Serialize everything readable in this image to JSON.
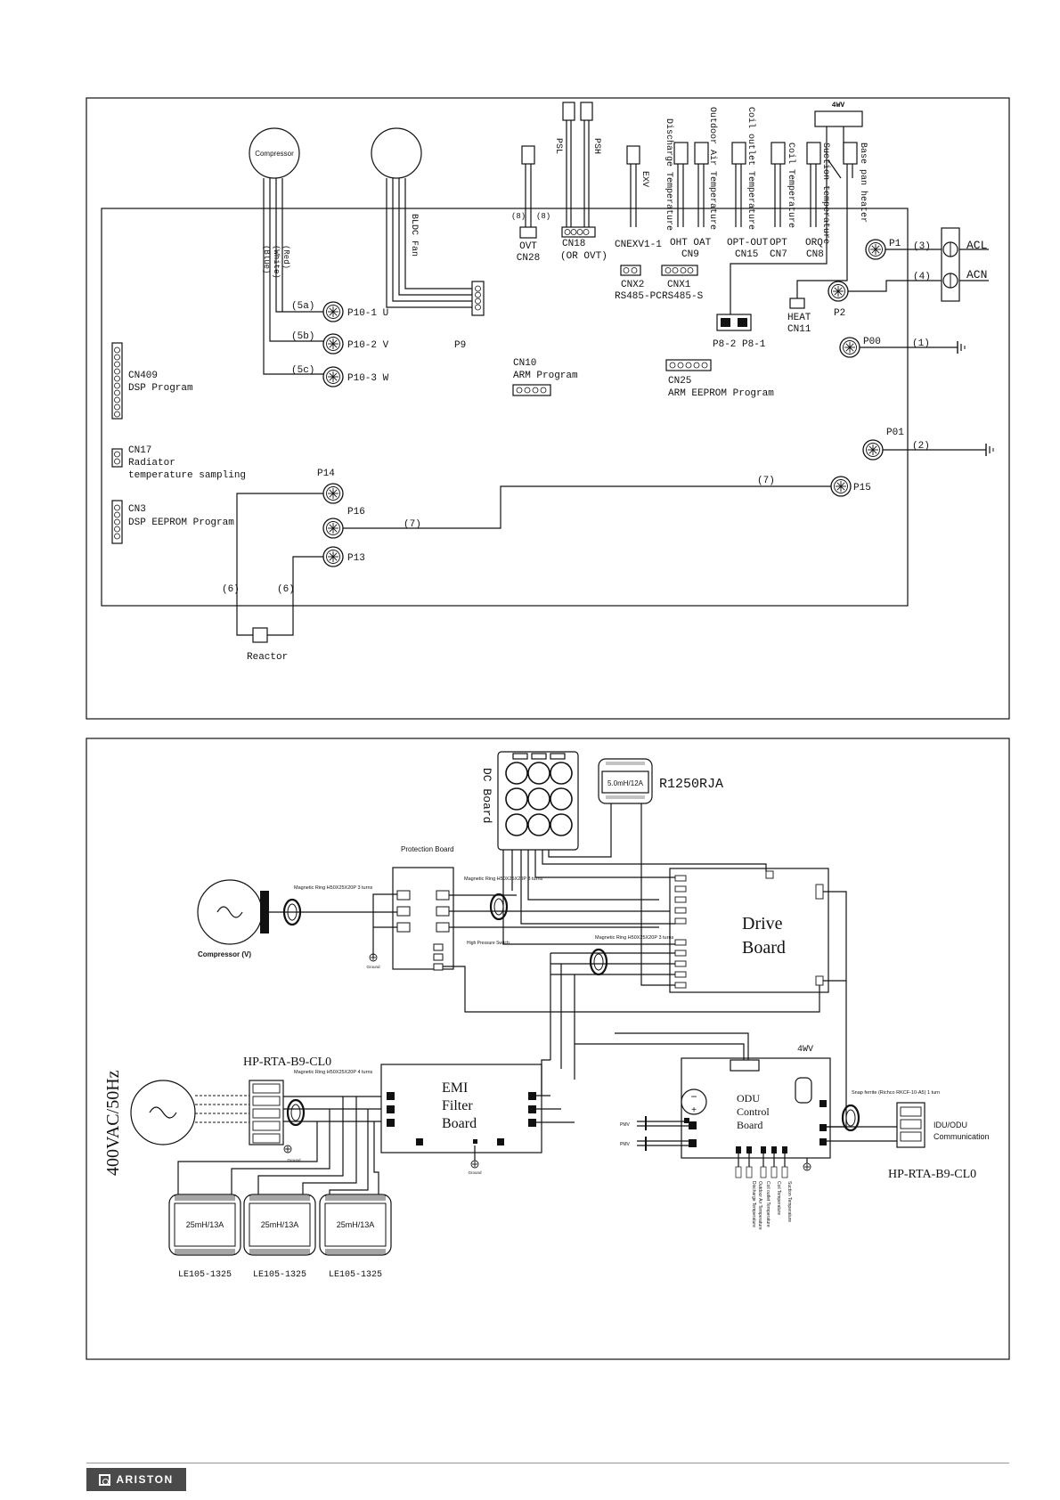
{
  "top": {
    "components": {
      "compressor": "Compressor",
      "fan": "BLDC Fan",
      "reactor": "Reactor",
      "valve_4wv": "4WV"
    },
    "wire_colors": {
      "red": "(Red)",
      "white": "(White)",
      "blue": "(Blue)"
    },
    "sensor_labels": {
      "psl": "PSL",
      "psh": "PSH",
      "exv": "EXV",
      "discharge": "Discharge Temperature",
      "outdoor_air": "Outdoor Air Temperature",
      "coil_outlet": "Coil outlet Temperature",
      "coil": "Coil Temperature",
      "suction": "Suction temperature",
      "base_pan": "Base pan heater"
    },
    "connectors": {
      "ovt": "OVT",
      "cn28": "CN28",
      "cn18": "CN18",
      "or_ovt": "(OR OVT)",
      "cnexv": "CNEXV1-1",
      "oht_oat": "OHT  OAT",
      "cn9": "CN9",
      "opt_out": "OPT-OUT",
      "cn15": "CN15",
      "opt": "OPT",
      "cn7": "CN7",
      "orq": "ORQ",
      "cn8": "CN8",
      "cnx2": "CNX2",
      "rs485pc": "RS485-PC",
      "cnx1": "CNX1",
      "rs485s": "RS485-S",
      "heat": "HEAT",
      "cn11": "CN11",
      "p8": "P8-2  P8-1",
      "cn10": "CN10",
      "arm_program": "ARM Program",
      "cn25": "CN25",
      "arm_eeprom": "ARM EEPROM Program",
      "cn409": "CN409",
      "dsp_program": "DSP Program",
      "cn17": "CN17",
      "radiator": "Radiator",
      "temp_sampling": "temperature sampling",
      "cn3": "CN3",
      "dsp_eeprom": "DSP EEPROM Program"
    },
    "terminals": {
      "p1": "P1",
      "p2": "P2",
      "p00": "P00",
      "p01": "P01",
      "p10_1": "P10-1 U",
      "p10_2": "P10-2 V",
      "p10_3": "P10-3 W",
      "p9": "P9",
      "p14": "P14",
      "p15": "P15",
      "p16": "P16",
      "p13": "P13",
      "acl": "ACL",
      "acn": "ACN"
    },
    "wire_numbers": {
      "w1": "(1)",
      "w2": "(2)",
      "w3": "(3)",
      "w4": "(4)",
      "w5a": "(5a)",
      "w5b": "(5b)",
      "w5c": "(5c)",
      "w6": "(6)",
      "w7": "(7)",
      "w8": "(8)"
    }
  },
  "bottom": {
    "supply": "400VAC/50Hz",
    "dc_board": "DC Board",
    "inductor_main": "5.0mH/12A",
    "inductor_part": "R1250RJA",
    "protection_board": "Protection Board",
    "drive_board": "Drive Board",
    "emi_filter": "EMI Filter Board",
    "odu_control": "ODU Control Board",
    "terminal_block": "HP-RTA-B9-CL0",
    "terminal_block_2": "HP-RTA-B9-CL0",
    "compressor_v": "Compressor (V)",
    "valve_4wv": "4WV",
    "idu_odu": "IDU/ODU Communication",
    "snap_ferrite": "Snap ferrite (Richco RKCF-10-A5) 1 turn",
    "ring_3turns": "Magnetic Ring H50X25X20P 3 turns",
    "ring_4turns": "Magnetic Ring H50X25X20P 4 turns",
    "high_pressure": "High Pressure Switch",
    "ground": "Ground",
    "chokes": [
      {
        "value": "25mH/13A",
        "part": "LE105-1325"
      },
      {
        "value": "25mH/13A",
        "part": "LE105-1325"
      },
      {
        "value": "25mH/13A",
        "part": "LE105-1325"
      }
    ],
    "odu_sensors": [
      "Outdoor Air Temperature",
      "Discharge Temperature",
      "Coil outlet Temperature",
      "Coil Temperature",
      "Suction Temperature"
    ]
  },
  "footer": {
    "brand": "ARISTON"
  }
}
